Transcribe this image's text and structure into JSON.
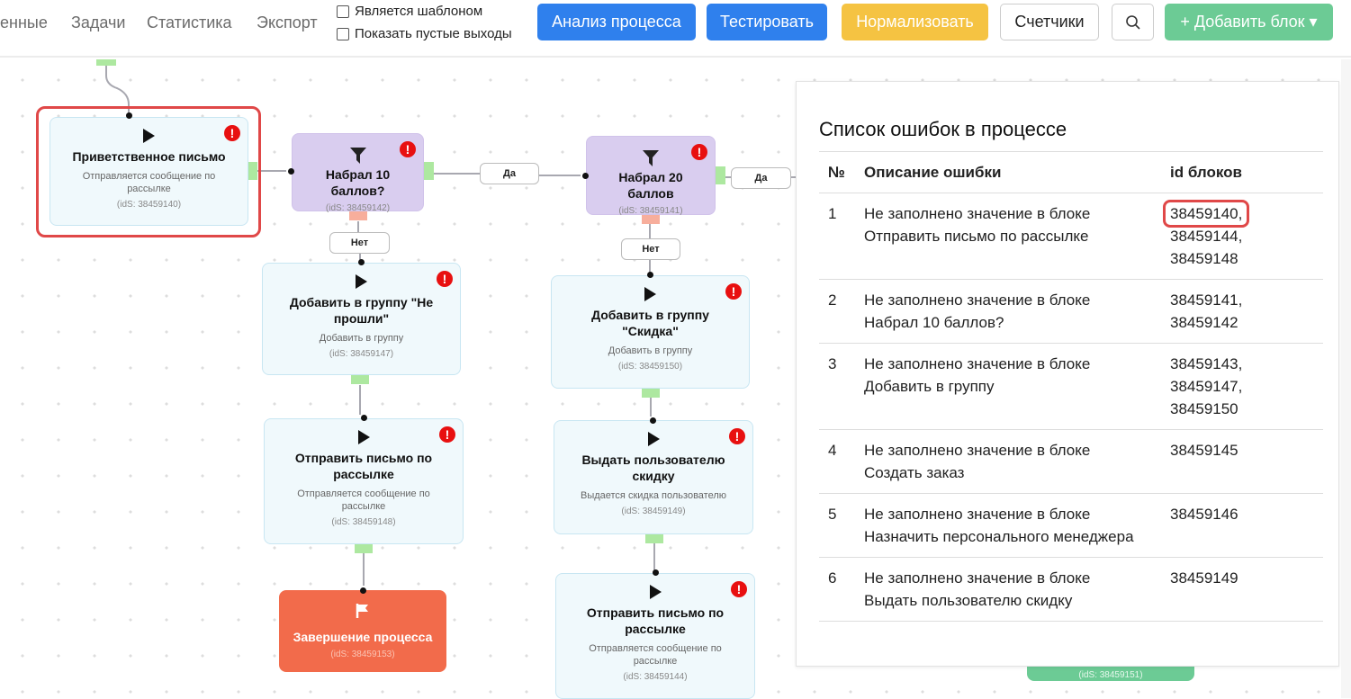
{
  "nav": [
    "енные",
    "Задачи",
    "Статистика",
    "Экспорт"
  ],
  "checkboxes": {
    "template": "Является шаблоном",
    "empty_outputs": "Показать пустые выходы"
  },
  "toolbar": {
    "analyze": "Анализ процесса",
    "test": "Тестировать",
    "normalize": "Нормализовать",
    "counters": "Счетчики",
    "add_block": "+ Добавить блок ▾",
    "search_icon": "search-icon"
  },
  "colors": {
    "primary": "#2f80ed",
    "warning": "#f5c342",
    "success": "#6ccb95",
    "danger": "#f26b4b",
    "condition": "#d9cdef"
  },
  "nodes": {
    "welcome": {
      "title": "Приветственное письмо",
      "desc": "Отправляется сообщение по рассылке",
      "ids": "(idS: 38459140)"
    },
    "cond10": {
      "title": "Набрал 10 баллов?",
      "ids": "(idS: 38459142)"
    },
    "cond20": {
      "title": "Набрал 20 баллов",
      "ids": "(idS: 38459141)"
    },
    "group_ne": {
      "title": "Добавить в группу \"Не прошли\"",
      "desc": "Добавить в группу",
      "ids": "(idS: 38459147)"
    },
    "group_skidka": {
      "title": "Добавить в группу \"Скидка\"",
      "desc": "Добавить в группу",
      "ids": "(idS: 38459150)"
    },
    "send1": {
      "title": "Отправить письмо по рассылке",
      "desc": "Отправляется сообщение по рассылке",
      "ids": "(idS: 38459148)"
    },
    "discount": {
      "title": "Выдать пользователю скидку",
      "desc": "Выдается скидка пользователю",
      "ids": "(idS: 38459149)"
    },
    "end": {
      "title": "Завершение процесса",
      "ids": "(idS: 38459153)"
    },
    "send2": {
      "title": "Отправить письмо по рассылке",
      "desc": "Отправляется сообщение по рассылке",
      "ids": "(idS: 38459144)"
    },
    "hidden": {
      "ids": "(idS: 38459151)"
    }
  },
  "edge_labels": {
    "yes": "Да",
    "no": "Нет"
  },
  "error_mark": "!",
  "panel": {
    "title": "Список ошибок в процессе",
    "columns": [
      "№",
      "Описание ошибки",
      "id блоков"
    ],
    "rows": [
      {
        "n": "1",
        "l1": "Не заполнено значение в блоке",
        "l2": "Отправить письмо по рассылке",
        "ids": [
          "38459140,",
          "38459144,",
          "38459148"
        ]
      },
      {
        "n": "2",
        "l1": "Не заполнено значение в блоке",
        "l2": "Набрал 10 баллов?",
        "ids": [
          "38459141,",
          "38459142"
        ]
      },
      {
        "n": "3",
        "l1": "Не заполнено значение в блоке",
        "l2": "Добавить в группу",
        "ids": [
          "38459143,",
          "38459147,",
          "38459150"
        ]
      },
      {
        "n": "4",
        "l1": "Не заполнено значение в блоке",
        "l2": "Создать заказ",
        "ids": [
          "38459145"
        ]
      },
      {
        "n": "5",
        "l1": "Не заполнено значение в блоке",
        "l2": "Назначить персонального менеджера",
        "ids": [
          "38459146"
        ]
      },
      {
        "n": "6",
        "l1": "Не заполнено значение в блоке",
        "l2": "Выдать пользователю скидку",
        "ids": [
          "38459149"
        ]
      }
    ]
  }
}
